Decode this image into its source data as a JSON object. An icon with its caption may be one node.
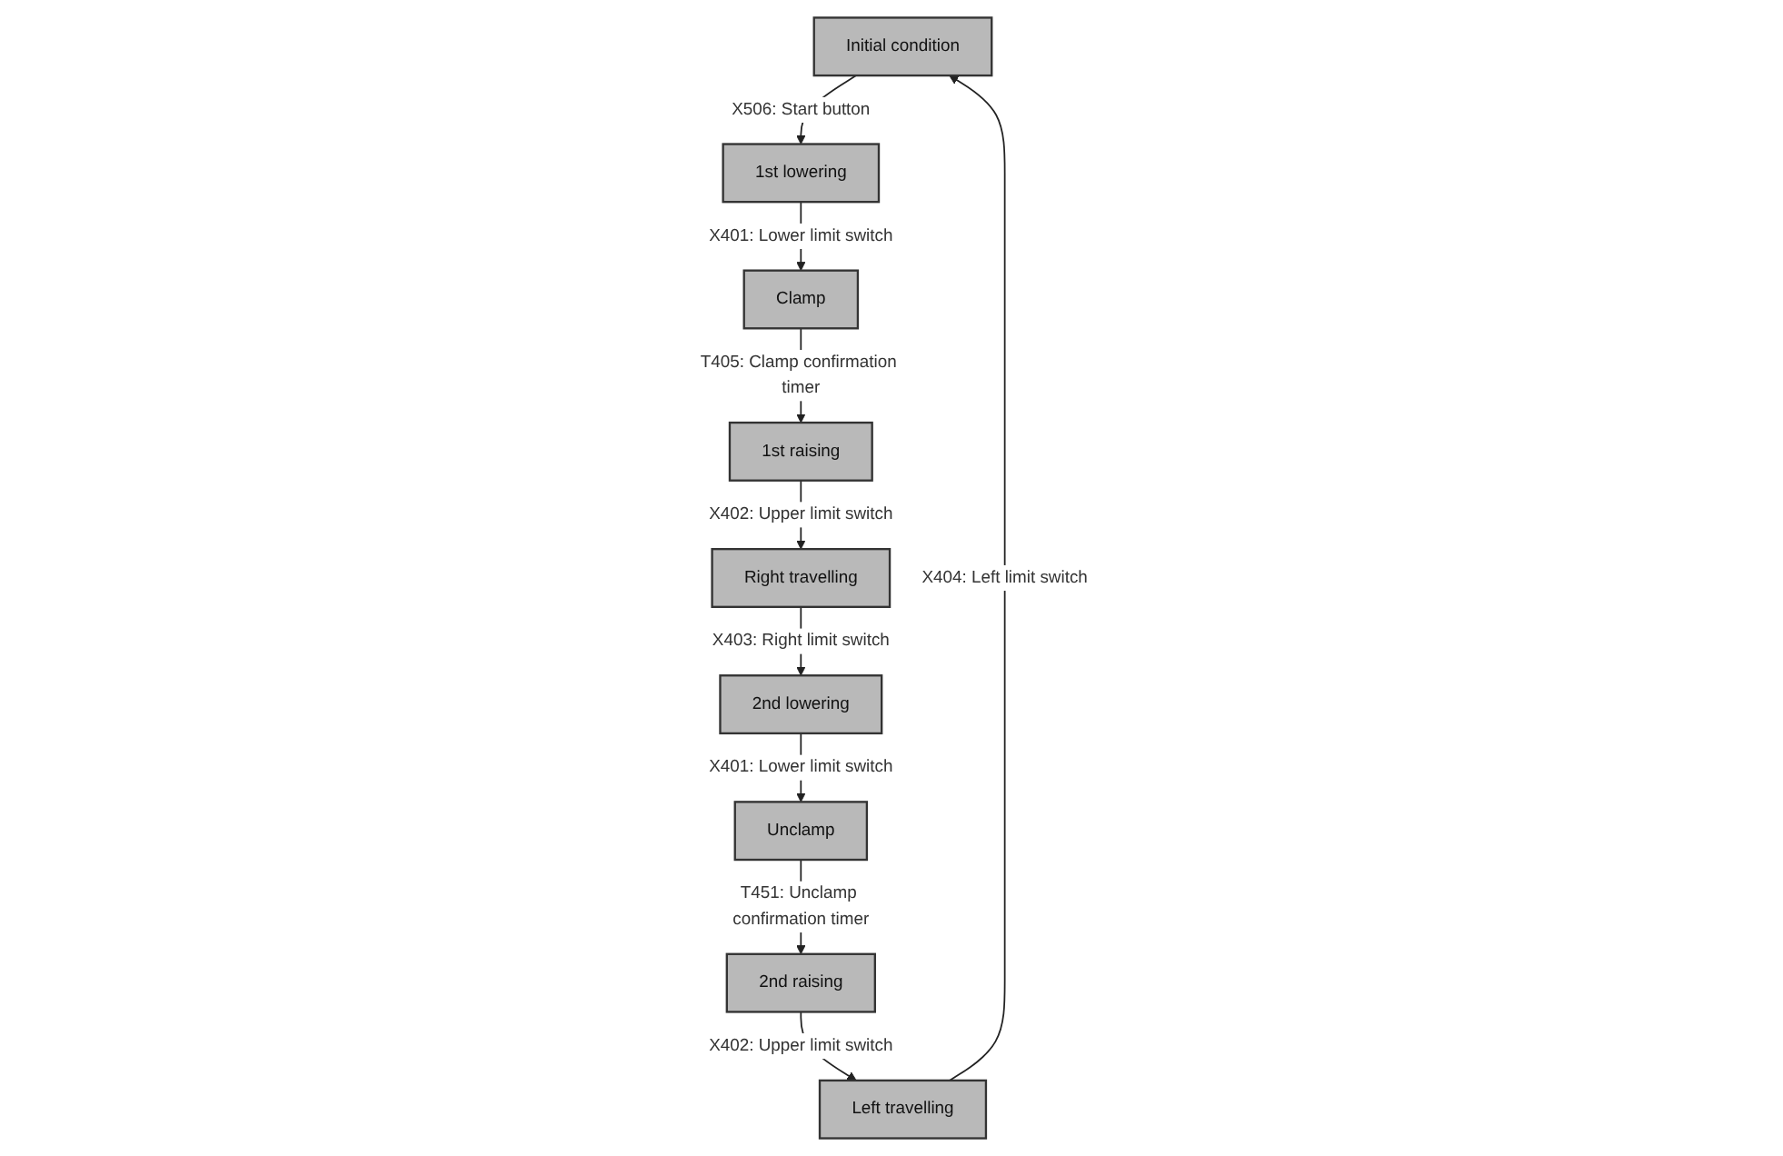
{
  "diagram": {
    "nodes": [
      {
        "text": [
          "Initial condition"
        ]
      },
      {
        "text": [
          "1st lowering"
        ]
      },
      {
        "text": [
          "Clamp"
        ]
      },
      {
        "text": [
          "1st raising"
        ]
      },
      {
        "text": [
          "Right travelling"
        ]
      },
      {
        "text": [
          "2nd lowering"
        ]
      },
      {
        "text": [
          "Unclamp"
        ]
      },
      {
        "text": [
          "2nd raising"
        ]
      },
      {
        "text": [
          "Left travelling"
        ]
      }
    ],
    "edges": [
      {
        "from": 0,
        "to": 1,
        "arrow": "to",
        "label": "X506: Start button"
      },
      {
        "from": 1,
        "to": 2,
        "arrow": "to",
        "label": "X401: Lower limit switch"
      },
      {
        "from": 2,
        "to": 3,
        "arrow": "to",
        "label": "T405: Clamp confirmation timer"
      },
      {
        "from": 3,
        "to": 4,
        "arrow": "to",
        "label": "X402: Upper limit switch"
      },
      {
        "from": 4,
        "to": 5,
        "arrow": "to",
        "label": "X403: Right limit switch"
      },
      {
        "from": 5,
        "to": 6,
        "arrow": "to",
        "label": "X401: Lower limit switch"
      },
      {
        "from": 6,
        "to": 7,
        "arrow": "to",
        "label": "T451: Unclamp confirmation timer"
      },
      {
        "from": 7,
        "to": 8,
        "arrow": "to",
        "label": "X402: Upper limit switch"
      },
      {
        "from": 8,
        "to": 0,
        "arrow": "to",
        "label": "X404: Left limit switch"
      }
    ]
  }
}
